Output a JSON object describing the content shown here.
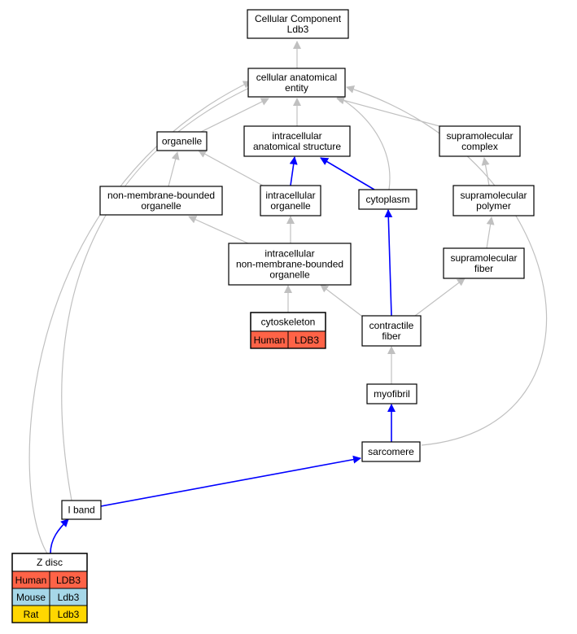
{
  "colors": {
    "edge_gray": "#c0c0c0",
    "edge_blue": "#0000ff",
    "human": "#ff6347",
    "mouse": "#a6d7e8",
    "rat": "#ffd700"
  },
  "nodes": {
    "cellular_component": "Cellular Component\nLdb3",
    "cellular_anatomical_entity": "cellular anatomical\nentity",
    "organelle": "organelle",
    "intracellular_anatomical_structure": "intracellular\nanatomical structure",
    "supramolecular_complex": "supramolecular\ncomplex",
    "non_membrane_bounded_organelle": "non-membrane-bounded\norganelle",
    "intracellular_organelle": "intracellular\norganelle",
    "cytoplasm": "cytoplasm",
    "supramolecular_polymer": "supramolecular\npolymer",
    "intracellular_non_membrane_bounded_organelle": "intracellular\nnon-membrane-bounded\norganelle",
    "supramolecular_fiber": "supramolecular\nfiber",
    "cytoskeleton": "cytoskeleton",
    "contractile_fiber": "contractile\nfiber",
    "myofibril": "myofibril",
    "sarcomere": "sarcomere",
    "i_band": "I band",
    "z_disc": "Z disc"
  },
  "annotations": {
    "cytoskeleton": [
      {
        "species": "Human",
        "gene": "LDB3",
        "color_key": "human"
      }
    ],
    "z_disc": [
      {
        "species": "Human",
        "gene": "LDB3",
        "color_key": "human"
      },
      {
        "species": "Mouse",
        "gene": "Ldb3",
        "color_key": "mouse"
      },
      {
        "species": "Rat",
        "gene": "Ldb3",
        "color_key": "rat"
      }
    ]
  },
  "edges": [
    {
      "from": "cellular_anatomical_entity",
      "to": "cellular_component",
      "color": "gray"
    },
    {
      "from": "organelle",
      "to": "cellular_anatomical_entity",
      "color": "gray"
    },
    {
      "from": "intracellular_anatomical_structure",
      "to": "cellular_anatomical_entity",
      "color": "gray"
    },
    {
      "from": "supramolecular_complex",
      "to": "cellular_anatomical_entity",
      "color": "gray"
    },
    {
      "from": "cytoplasm",
      "to": "cellular_anatomical_entity",
      "color": "gray"
    },
    {
      "from": "non_membrane_bounded_organelle",
      "to": "organelle",
      "color": "gray"
    },
    {
      "from": "intracellular_organelle",
      "to": "organelle",
      "color": "gray"
    },
    {
      "from": "intracellular_organelle",
      "to": "intracellular_anatomical_structure",
      "color": "blue"
    },
    {
      "from": "cytoplasm",
      "to": "intracellular_anatomical_structure",
      "color": "blue"
    },
    {
      "from": "supramolecular_polymer",
      "to": "supramolecular_complex",
      "color": "gray"
    },
    {
      "from": "intracellular_non_membrane_bounded_organelle",
      "to": "non_membrane_bounded_organelle",
      "color": "gray"
    },
    {
      "from": "intracellular_non_membrane_bounded_organelle",
      "to": "intracellular_organelle",
      "color": "gray"
    },
    {
      "from": "supramolecular_fiber",
      "to": "supramolecular_polymer",
      "color": "gray"
    },
    {
      "from": "cytoskeleton",
      "to": "intracellular_non_membrane_bounded_organelle",
      "color": "gray"
    },
    {
      "from": "contractile_fiber",
      "to": "intracellular_non_membrane_bounded_organelle",
      "color": "gray"
    },
    {
      "from": "contractile_fiber",
      "to": "supramolecular_fiber",
      "color": "gray"
    },
    {
      "from": "contractile_fiber",
      "to": "cytoplasm",
      "color": "blue"
    },
    {
      "from": "myofibril",
      "to": "contractile_fiber",
      "color": "gray"
    },
    {
      "from": "sarcomere",
      "to": "myofibril",
      "color": "blue"
    },
    {
      "from": "sarcomere",
      "to": "cellular_anatomical_entity",
      "color": "gray"
    },
    {
      "from": "i_band",
      "to": "sarcomere",
      "color": "blue"
    },
    {
      "from": "i_band",
      "to": "cellular_anatomical_entity",
      "color": "gray"
    },
    {
      "from": "z_disc",
      "to": "i_band",
      "color": "blue"
    },
    {
      "from": "z_disc",
      "to": "cellular_anatomical_entity",
      "color": "gray"
    }
  ]
}
